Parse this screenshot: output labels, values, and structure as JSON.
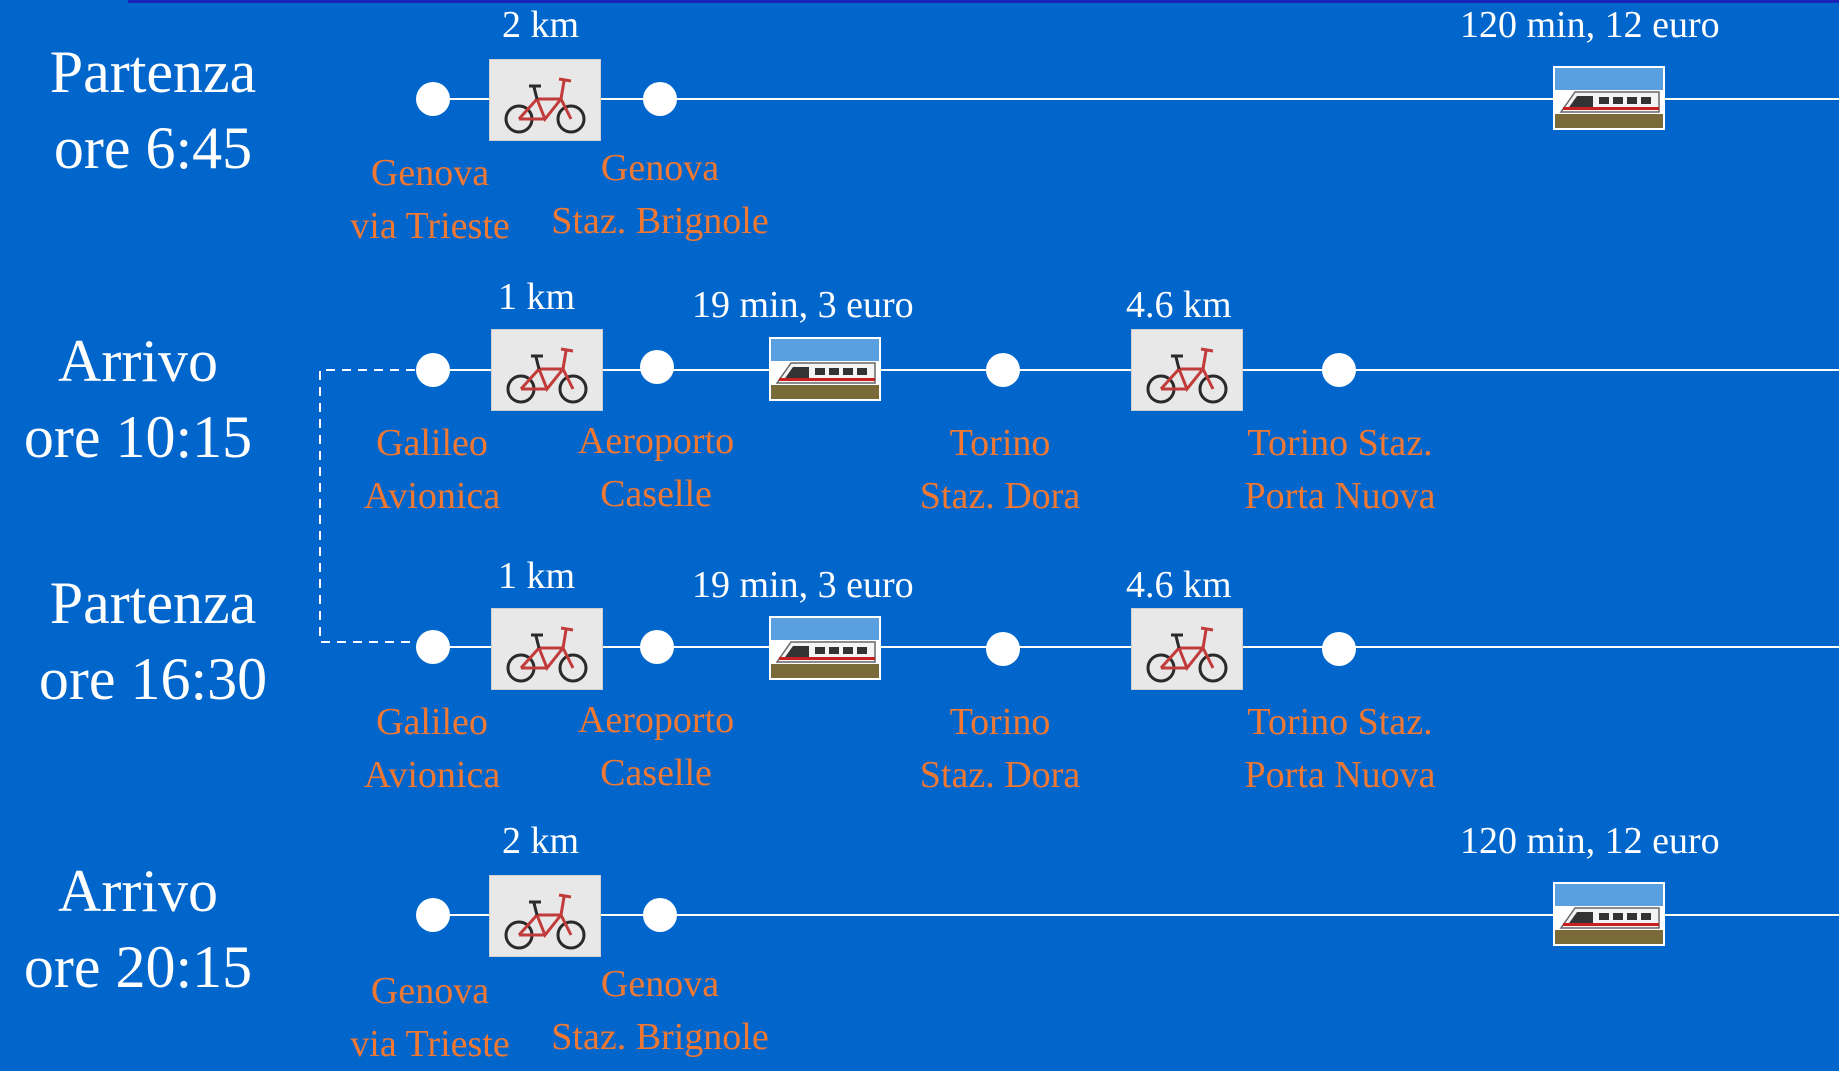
{
  "slide": {
    "title": ""
  },
  "rows": [
    {
      "time_line1": "Partenza",
      "time_line2": "ore 6:45",
      "legs": [
        {
          "mode": "bicycle",
          "info": "2 km"
        },
        {
          "mode": "train",
          "info": "120 min, 12 euro"
        }
      ],
      "stops": [
        {
          "line1": "Genova",
          "line2": "via Trieste"
        },
        {
          "line1": "Genova",
          "line2": "Staz. Brignole"
        }
      ]
    },
    {
      "time_line1": "Arrivo",
      "time_line2": "ore 10:15",
      "legs": [
        {
          "mode": "bicycle",
          "info": "1 km"
        },
        {
          "mode": "train",
          "info": "19 min, 3 euro"
        },
        {
          "mode": "bicycle",
          "info": "4.6 km"
        }
      ],
      "stops": [
        {
          "line1": "Galileo",
          "line2": "Avionica"
        },
        {
          "line1": "Aeroporto",
          "line2": "Caselle"
        },
        {
          "line1": "Torino",
          "line2": "Staz. Dora"
        },
        {
          "line1": "Torino Staz.",
          "line2": "Porta Nuova"
        }
      ]
    },
    {
      "time_line1": "Partenza",
      "time_line2": "ore 16:30",
      "legs": [
        {
          "mode": "bicycle",
          "info": "1 km"
        },
        {
          "mode": "train",
          "info": "19 min, 3 euro"
        },
        {
          "mode": "bicycle",
          "info": "4.6 km"
        }
      ],
      "stops": [
        {
          "line1": "Galileo",
          "line2": "Avionica"
        },
        {
          "line1": "Aeroporto",
          "line2": "Caselle"
        },
        {
          "line1": "Torino",
          "line2": "Staz. Dora"
        },
        {
          "line1": "Torino Staz.",
          "line2": "Porta Nuova"
        }
      ]
    },
    {
      "time_line1": "Arrivo",
      "time_line2": "ore 20:15",
      "legs": [
        {
          "mode": "bicycle",
          "info": "2 km"
        },
        {
          "mode": "train",
          "info": "120 min, 12 euro"
        }
      ],
      "stops": [
        {
          "line1": "Genova",
          "line2": "via Trieste"
        },
        {
          "line1": "Genova",
          "line2": "Staz. Brignole"
        }
      ]
    }
  ],
  "colors": {
    "background": "#0066cc",
    "stop_label": "#f07833",
    "line": "#ffffff",
    "dashed_connector": "#ffffff"
  },
  "icons": {
    "bicycle": "folding-bicycle-icon",
    "train": "train-icon"
  }
}
